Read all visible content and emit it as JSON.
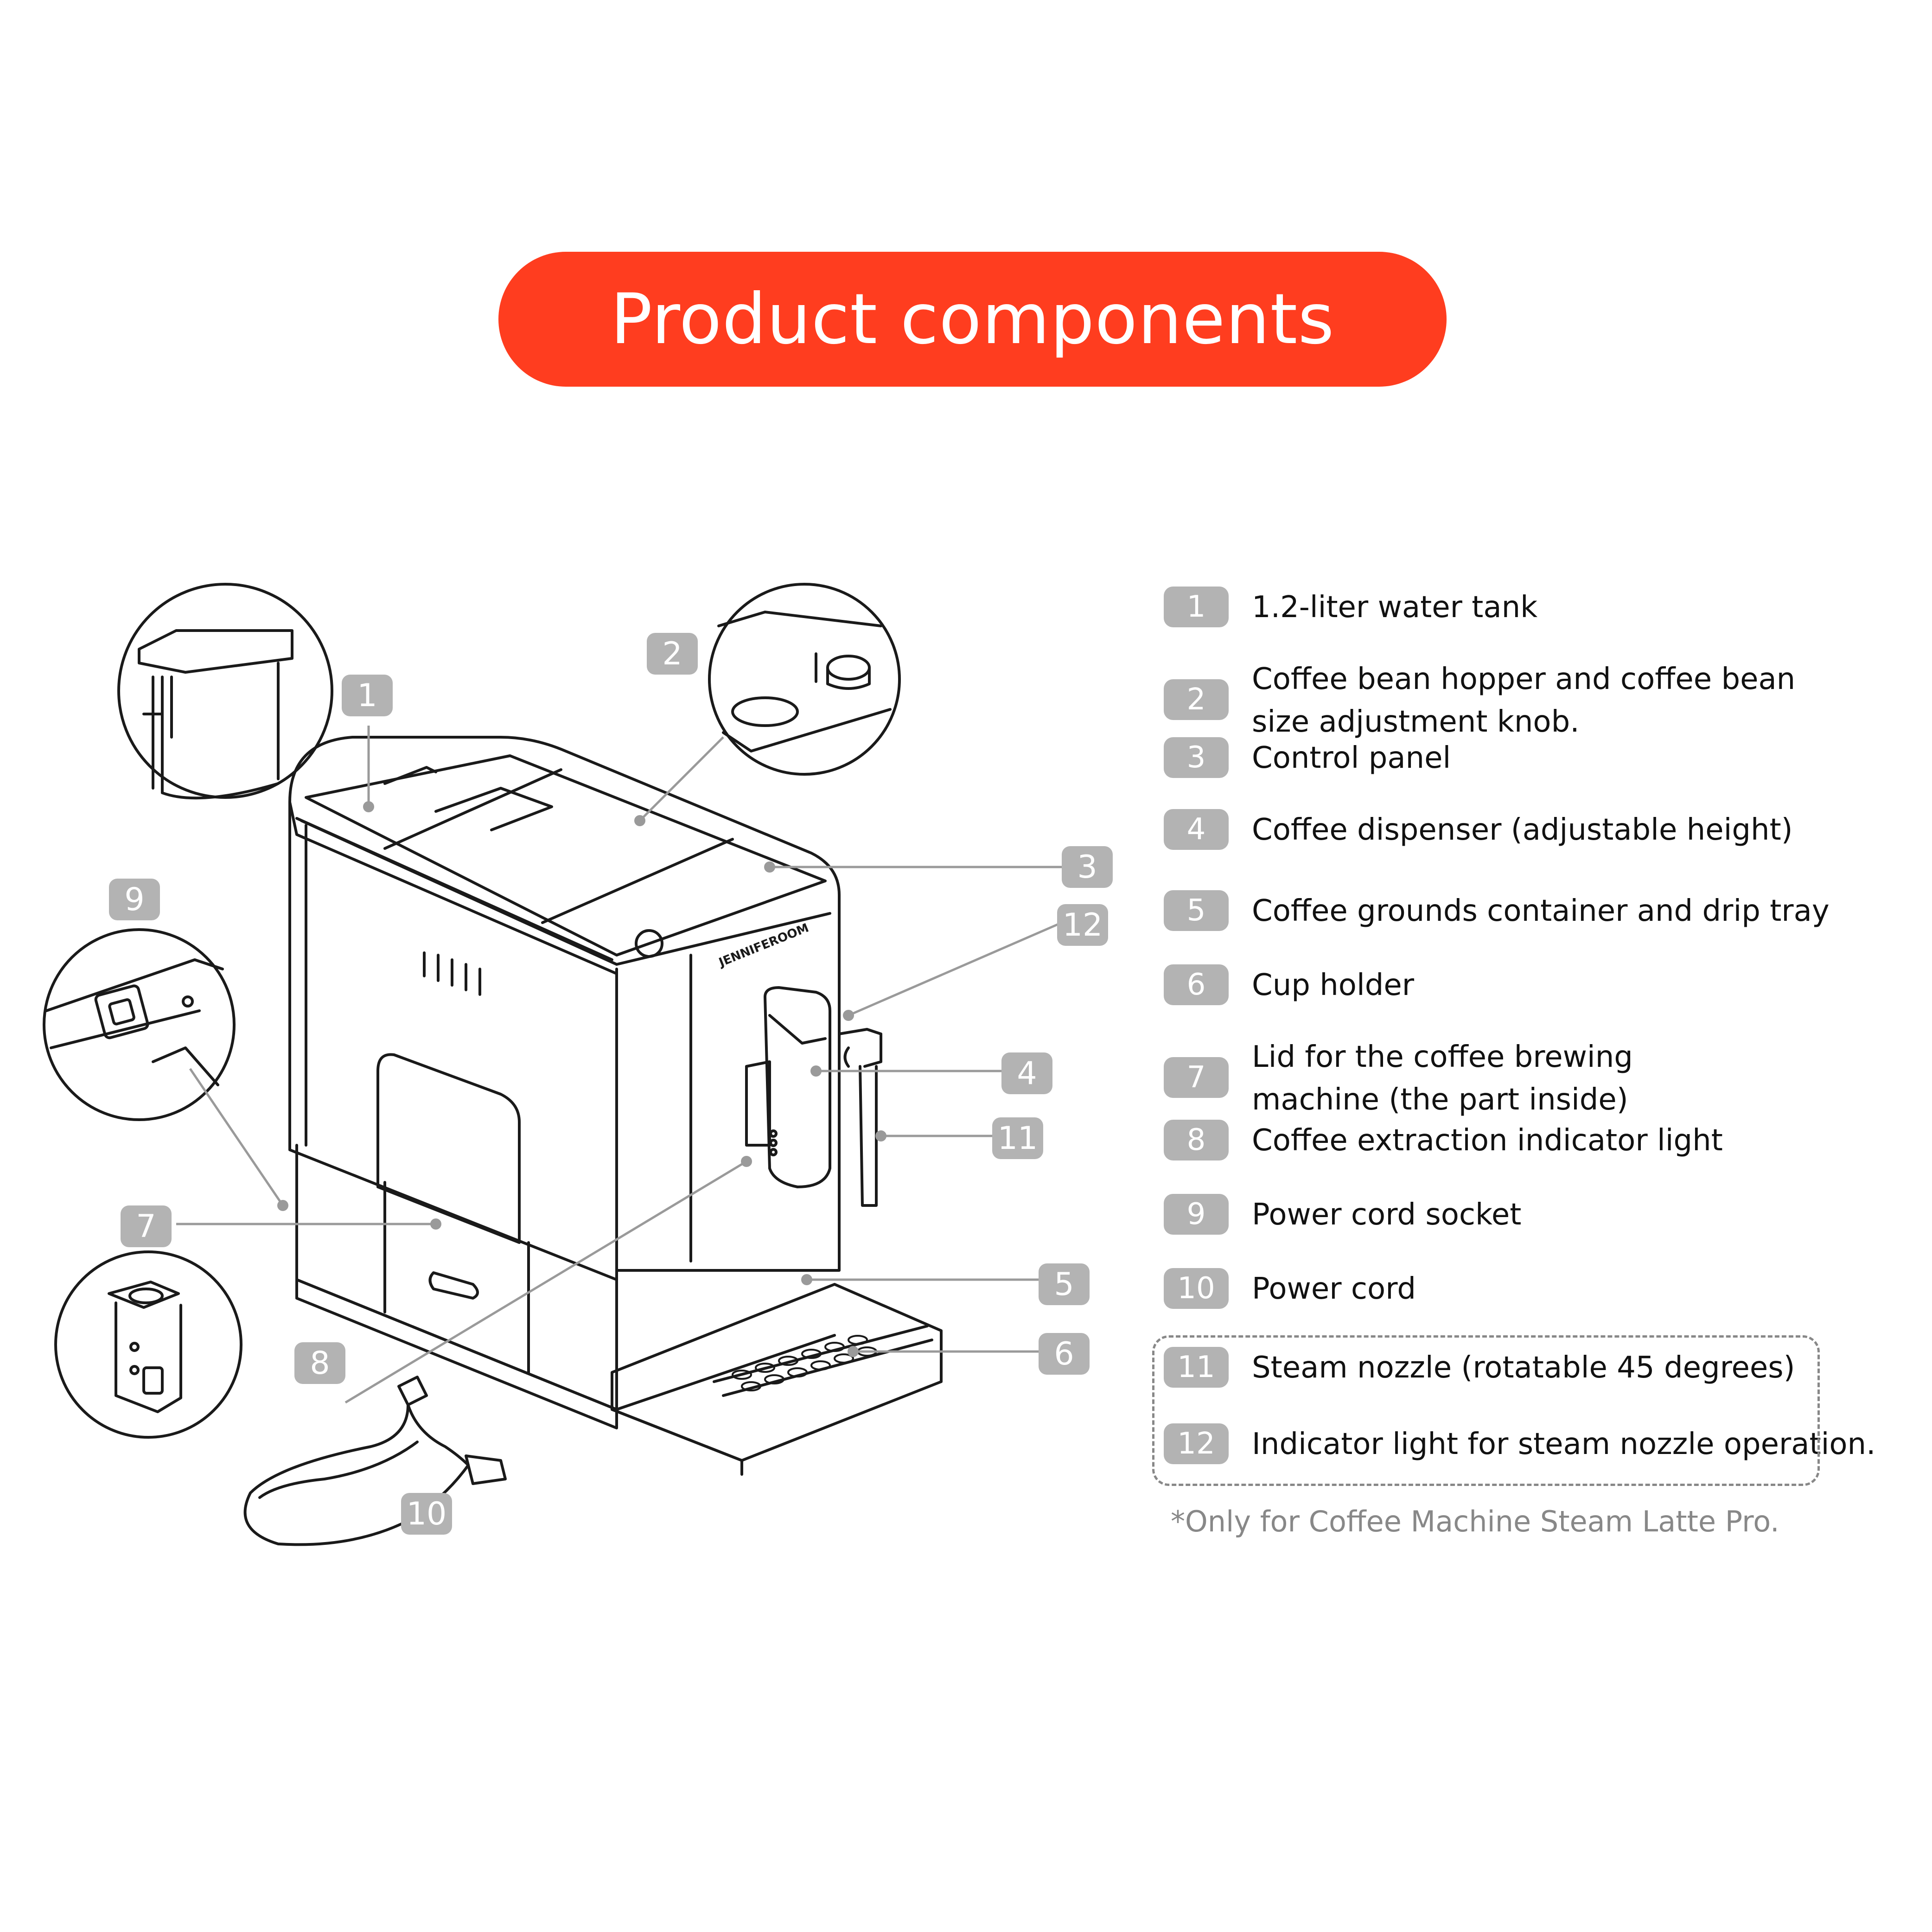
{
  "title": "Product components",
  "colors": {
    "accent": "#ff3d1f",
    "badge": "#b3b3b3",
    "line": "#1a1a1a",
    "leader": "#9a9a9a"
  },
  "brand": "JENNIFEROOM",
  "callouts": [
    "1",
    "2",
    "3",
    "4",
    "5",
    "6",
    "7",
    "8",
    "9",
    "10",
    "11",
    "12"
  ],
  "legend": [
    {
      "num": "1",
      "lines": [
        "1.2-liter water tank"
      ]
    },
    {
      "num": "2",
      "lines": [
        "Coffee bean hopper and coffee bean",
        "size adjustment knob."
      ]
    },
    {
      "num": "3",
      "lines": [
        "Control panel"
      ]
    },
    {
      "num": "4",
      "lines": [
        "Coffee dispenser (adjustable height)"
      ]
    },
    {
      "num": "5",
      "lines": [
        "Coffee grounds container and drip tray"
      ]
    },
    {
      "num": "6",
      "lines": [
        "Cup holder"
      ]
    },
    {
      "num": "7",
      "lines": [
        "Lid for the coffee brewing",
        "machine (the part inside)"
      ]
    },
    {
      "num": "8",
      "lines": [
        "Coffee extraction indicator light"
      ]
    },
    {
      "num": "9",
      "lines": [
        "Power cord socket"
      ]
    },
    {
      "num": "10",
      "lines": [
        "Power cord"
      ]
    },
    {
      "num": "11",
      "lines": [
        "Steam nozzle (rotatable 45 degrees)"
      ]
    },
    {
      "num": "12",
      "lines": [
        "Indicator light for steam nozzle operation."
      ]
    }
  ],
  "footnote": "*Only for Coffee Machine Steam Latte Pro."
}
